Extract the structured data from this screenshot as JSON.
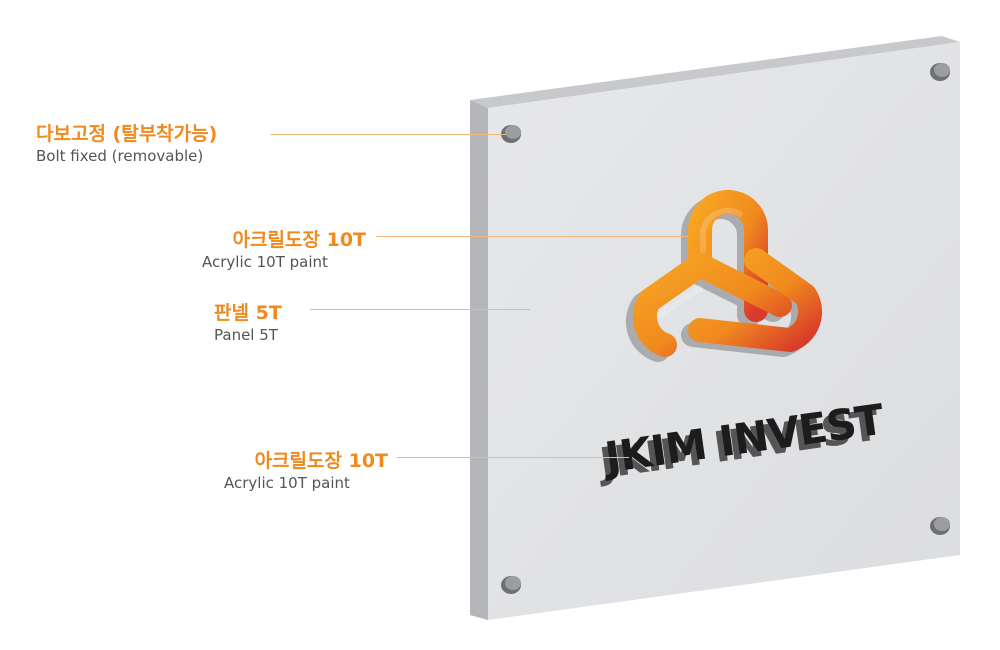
{
  "callouts": [
    {
      "ko": "다보고정 (탈부착가능)",
      "en": "Bolt fixed (removable)"
    },
    {
      "ko": "아크릴도장 10T",
      "en": "Acrylic 10T paint"
    },
    {
      "ko": "판넬 5T",
      "en": "Panel 5T"
    },
    {
      "ko": "아크릴도장 10T",
      "en": "Acrylic 10T paint"
    }
  ],
  "sign": {
    "brand_text": "JKIM INVEST",
    "panel_color": "#e2e3e5",
    "panel_edge_color": "#b9bbbe",
    "logo_color_start": "#f7a523",
    "logo_color_end": "#d8392b",
    "text_color": "#1c1c1c",
    "bolt_icon": "bolt-circle"
  },
  "colors": {
    "accent": "#f08a1e",
    "secondary_text": "#555555"
  }
}
